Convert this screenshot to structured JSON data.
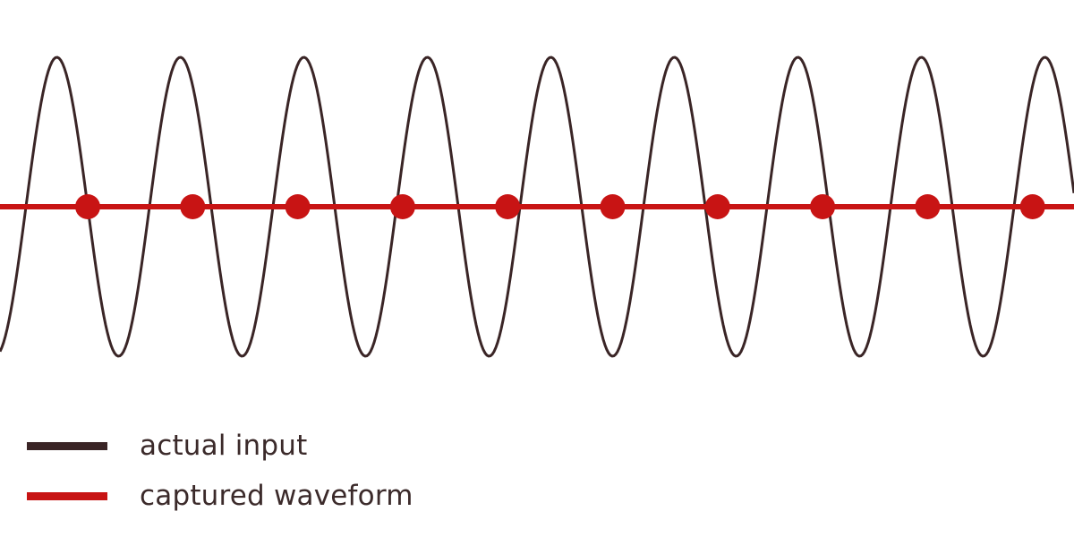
{
  "colors": {
    "actual_input": "#3a2526",
    "captured_waveform": "#c81414",
    "background": "#ffffff",
    "legend_text": "#3b2a2a"
  },
  "chart_data": {
    "type": "line",
    "title": "",
    "xlabel": "",
    "ylabel": "",
    "x_range": [
      0,
      10.2
    ],
    "y_range": [
      -1,
      1
    ],
    "series": [
      {
        "name": "actual input",
        "kind": "sine",
        "frequency": 0.85,
        "amplitude": 1,
        "zero_crossings": [
          0,
          1,
          2,
          3,
          4,
          5,
          6,
          7,
          8,
          9
        ]
      },
      {
        "name": "captured waveform",
        "kind": "samples",
        "x": [
          0,
          1,
          2,
          3,
          4,
          5,
          6,
          7,
          8,
          9
        ],
        "y": [
          0,
          0,
          0,
          0,
          0,
          0,
          0,
          0,
          0,
          0
        ]
      }
    ]
  },
  "legend": {
    "items": [
      {
        "label": "actual input"
      },
      {
        "label": "captured waveform"
      }
    ]
  }
}
